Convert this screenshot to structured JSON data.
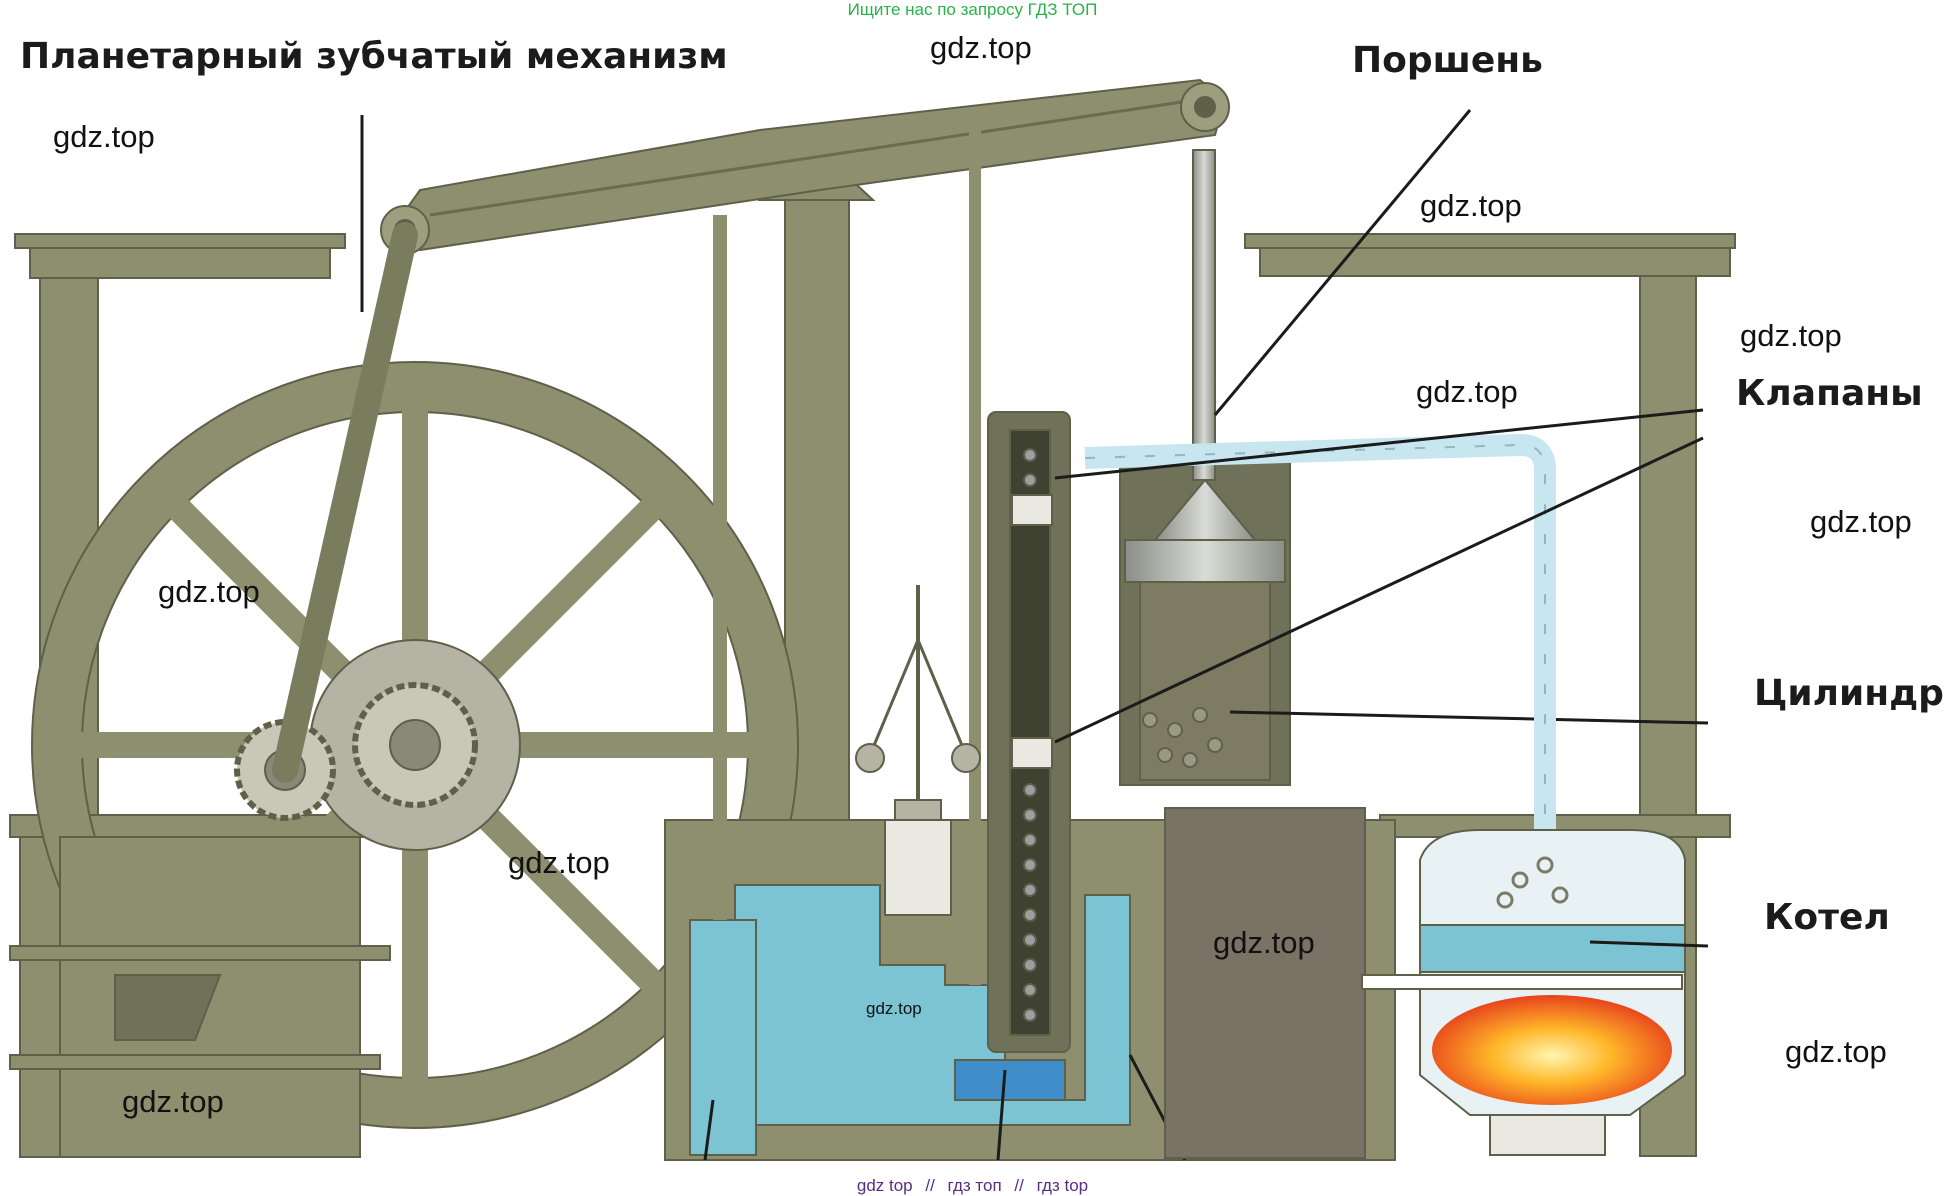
{
  "banner": "Ищите нас по запросу ГДЗ ТОП",
  "labels": {
    "planetary": "Планетарный зубчатый механизм",
    "piston": "Поршень",
    "valves": "Клапаны",
    "cylinder": "Цилиндр",
    "boiler": "Котел"
  },
  "watermark": "gdz.top",
  "footer": {
    "link1": "gdz top",
    "sep1": "//",
    "link2": "гдз топ",
    "sep2": "//",
    "link3": "гдз top"
  },
  "colors": {
    "frame": "#8d8f6e",
    "water": "#7cc3d3",
    "steam_pipe": "#c7e6ef",
    "fire": "#f05a1e"
  }
}
